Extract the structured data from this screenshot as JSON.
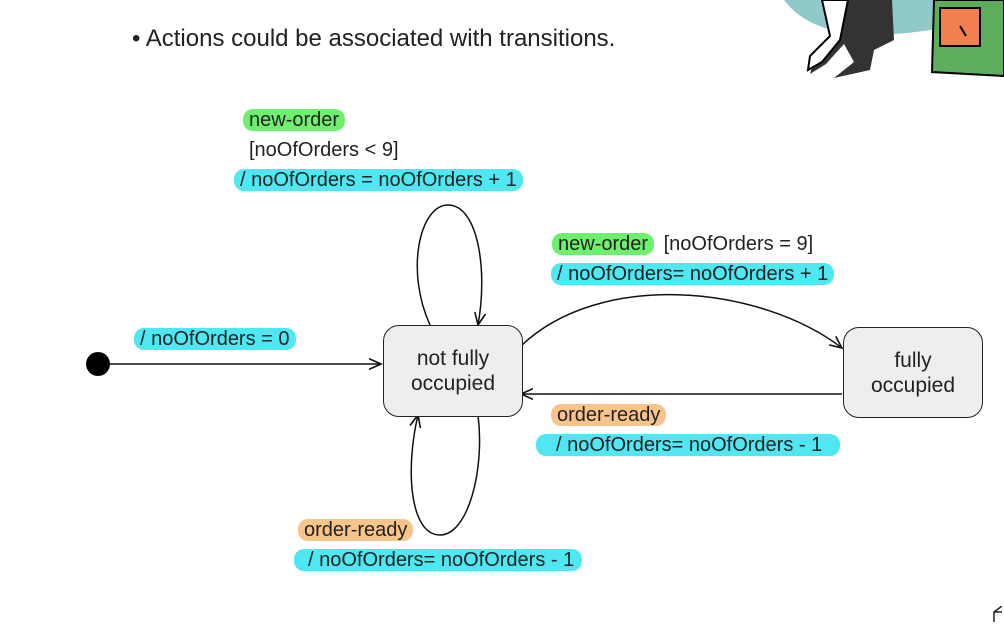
{
  "header": {
    "bullet_text": "• Actions could be associated with transitions."
  },
  "states": {
    "not_fully_occupied": {
      "line1": "not fully",
      "line2": "occupied"
    },
    "fully_occupied": {
      "line1": "fully",
      "line2": "occupied"
    }
  },
  "transitions": {
    "initial": {
      "action": "/ noOfOrders = 0"
    },
    "self_new_order": {
      "event": "new-order",
      "guard": "[noOfOrders < 9]",
      "action": "/ noOfOrders = noOfOrders + 1"
    },
    "to_full": {
      "event": "new-order",
      "guard": "[noOfOrders = 9]",
      "action": "/ noOfOrders= noOfOrders + 1"
    },
    "to_not_full": {
      "event": "order-ready",
      "action": "/ noOfOrders= noOfOrders - 1"
    },
    "self_order_ready": {
      "event": "order-ready",
      "action": "/ noOfOrders= noOfOrders - 1"
    }
  },
  "colors": {
    "event_new_order": "#6ef06e",
    "action": "#4fe8f2",
    "event_order_ready": "#f7c48c",
    "state_fill": "#eeeeee"
  },
  "icons": [
    "clipart-figure-icon"
  ]
}
